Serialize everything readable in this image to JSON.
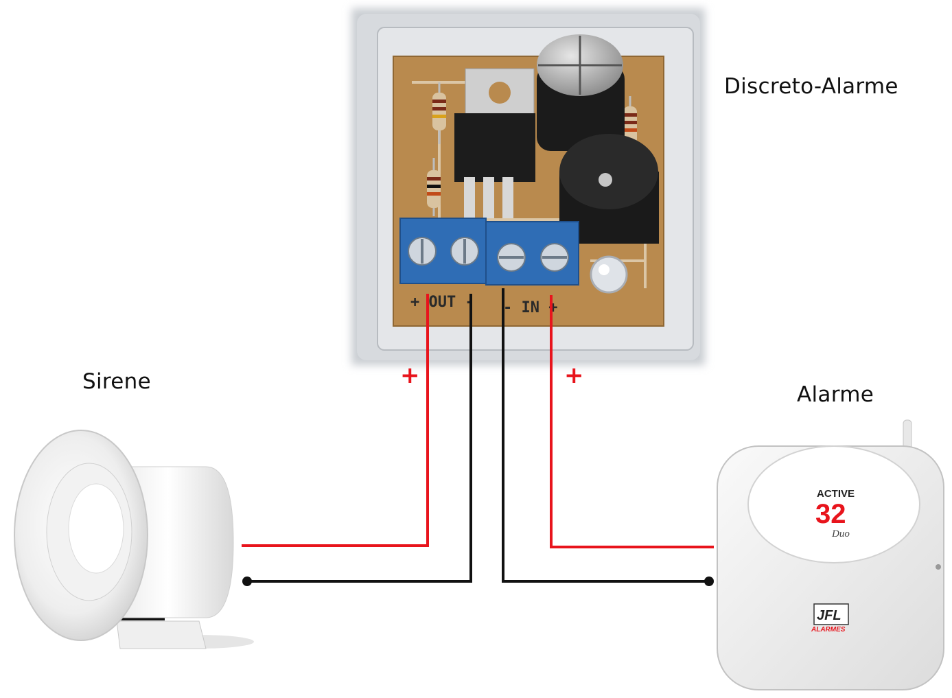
{
  "labels": {
    "module": "Discreto-Alarme",
    "siren": "Sirene",
    "alarm": "Alarme"
  },
  "polarity": {
    "out_plus": "+",
    "in_plus": "+"
  },
  "pcb_silkscreen": {
    "out": "+ OUT -",
    "in": "- IN +"
  },
  "alarm_panel": {
    "model_top": "ACTIVE",
    "model_num": "32",
    "model_sub": "Duo",
    "brand": "JFL",
    "brand_sub": "ALARMES"
  },
  "colors": {
    "positive_wire": "#e8141c",
    "negative_wire": "#111111",
    "terminal_block": "#2f6db5",
    "pcb": "#b98a4e"
  }
}
